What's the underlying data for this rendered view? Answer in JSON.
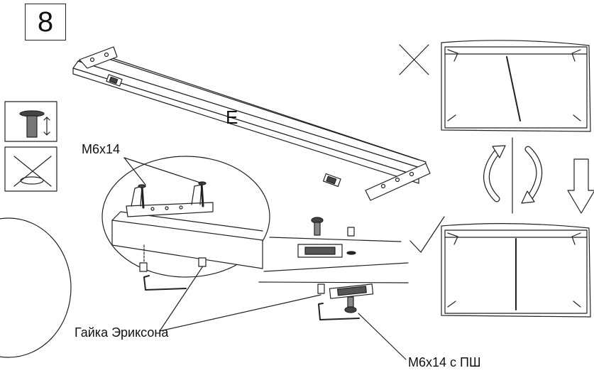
{
  "step_number": "8",
  "panel_letter": "E",
  "labels": {
    "screw_top": "М6х14",
    "nut": "Гайка Эриксона",
    "screw_bottom": "М6х14 с ПШ"
  },
  "icons": {
    "allowed": "screw-depth-icon",
    "forbidden": "crossed-screw-icon",
    "wrong": "cross-mark-icon",
    "correct": "check-mark-icon",
    "rotate": "rotate-arrows-icon",
    "down": "down-arrow-icon"
  }
}
